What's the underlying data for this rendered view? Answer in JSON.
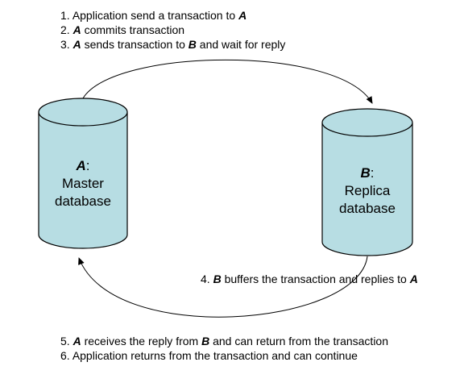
{
  "colors": {
    "cylinder_fill": "#b7dde3",
    "cylinder_stroke": "#000000",
    "arrow_stroke": "#000000"
  },
  "steps_top": [
    {
      "number": "1.",
      "before": "Application send a transaction to",
      "entity": "A",
      "after": ""
    },
    {
      "number": "2.",
      "before": "",
      "entity": "A",
      "after": "commits transaction"
    },
    {
      "number": "3.",
      "before": "",
      "entity": "A",
      "after": "sends transaction to",
      "entity2": "B",
      "after2": "and wait for reply"
    }
  ],
  "step4": {
    "number": "4.",
    "entity": "B",
    "after": "buffers the transaction and replies to",
    "entity2": "A"
  },
  "steps_bottom": [
    {
      "number": "5.",
      "entity": "A",
      "after": "receives the reply from",
      "entity2": "B",
      "after2": "and can return from the transaction"
    },
    {
      "number": "6.",
      "text": "Application returns from the transaction and can continue"
    }
  ],
  "database_a": {
    "letter": "A",
    "colon": ":",
    "line1": "Master",
    "line2": "database"
  },
  "database_b": {
    "letter": "B",
    "colon": ":",
    "line1": "Replica",
    "line2": "database"
  }
}
